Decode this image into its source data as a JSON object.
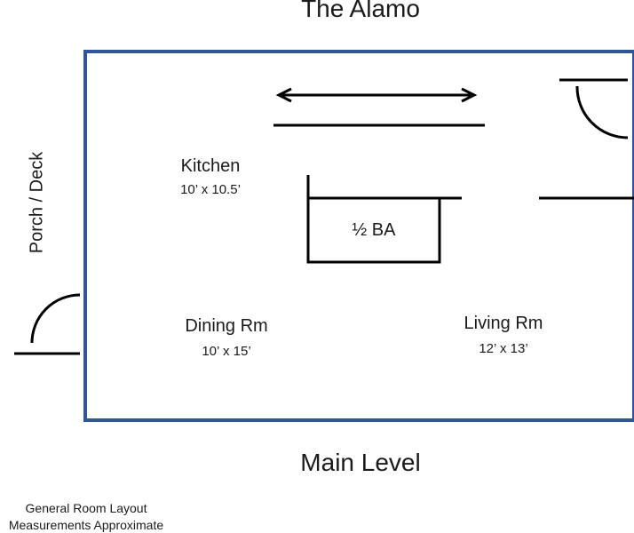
{
  "title": "The Alamo",
  "level_label": "Main Level",
  "porch_label": "Porch / Deck",
  "rooms": {
    "kitchen": {
      "name": "Kitchen",
      "size": "10’ x 10.5’"
    },
    "dining": {
      "name": "Dining Rm",
      "size": "10’ x 15’"
    },
    "living": {
      "name": "Living Rm",
      "size": "12’ x 13’"
    },
    "half_bath": {
      "name": "½ BA"
    }
  },
  "notes": {
    "line1": "General Room Layout",
    "line2": "Measurements Approximate"
  },
  "colors": {
    "wall": "#2f5597",
    "line": "#000000"
  }
}
